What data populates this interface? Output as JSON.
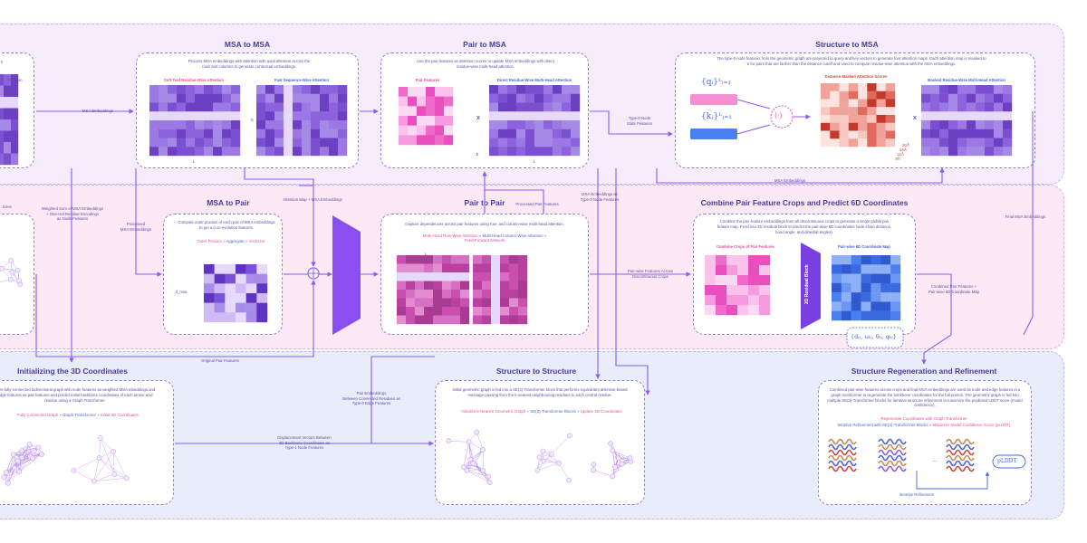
{
  "colors": {
    "msa_band": "#f6ecfc",
    "pair_band": "#fde8f6",
    "struct_band": "#e9edfb",
    "purple": "#8a5cf0",
    "pink": "#ee4a9a",
    "blue": "#4a64d8",
    "red": "#d4453a"
  },
  "sections": {
    "msa_to_msa": {
      "title": "MSA to MSA",
      "desc": "Process MSA embeddings with attention with axial attention across the rows and columns to generate contextual embeddings.",
      "sub_left": "Soft-Tied Residue-Wise Attention",
      "sub_right": "Fast Sequence-Wise Attention",
      "axis_n": "N",
      "axis_l": "L"
    },
    "pair_to_msa": {
      "title": "Pair to MSA",
      "desc": "Use the pair features as attention scores to update MSA embeddings with direct residue-wise multi-head attention.",
      "sub_left": "Pair Features",
      "sub_right": "Direct Residue-Wise Multi-Head Attention",
      "op": "x",
      "axis_l": "L",
      "axis_e": "E"
    },
    "structure_to_msa": {
      "title": "Structure to MSA",
      "desc": "The type-0 node features from the geometric graph are projected to query and key vectors to generate four attention maps. Each attention map is masked to 0 for pairs that are farther than the distance cutoff and used to compute residue-wise attention with the MSA embeddings.",
      "sub_mid": "Distance-Masked Attention Scores",
      "sub_right": "Masked Residue-Wise Multi-Head Attention",
      "op": "x",
      "cutoffs": [
        "20Å",
        "16Å",
        "12Å",
        "8Å"
      ],
      "eq_q": "{qᵢ}ᴸᵢ₌₁",
      "eq_k": "{kⱼ}ᴸⱼ₌₁",
      "eq_dot": "⟨·⟩"
    },
    "msa_to_pair": {
      "title": "MSA to Pair",
      "desc": "Compute outer product of each pair of MSA embeddings to get a d co-evolution features.",
      "steps": [
        "Outer Product",
        "Aggregate",
        "Vectorize"
      ],
      "axis_d": "d_msa"
    },
    "pair_to_pair": {
      "title": "Pair to Pair",
      "desc": "Capture dependences across pair features using row- and column-wise multi-head attention.",
      "steps": [
        "Multi-Head Row-Wise Attention",
        "Multi-Head Column-Wise Attention",
        "Feed-Forward Network"
      ],
      "axis_l": "L"
    },
    "combine": {
      "title": "Combine Pair Feature Crops and Predict 6D Coordinates",
      "desc": "Combine the pair-feature embeddings from all discontinuous crops to generate a single global pair feature map. Feed into 2D residual block to predict the pair-wise 6D coordinates (side-chain distance, bond angle, and dihedral angles).",
      "sub_left": "Combine Crops of Pair Features",
      "sub_right": "Pair-wise 6D Coordinate Map",
      "eq": "{dᵢⱼ, ωᵢⱼ, θᵢⱼ, φᵢⱼ}",
      "block": "2D Residual Block"
    },
    "residual": {
      "label": "2D Residual Block"
    },
    "init3d": {
      "title": "Initializing the 3D Coordinates",
      "desc": "alize fully-connected bidirectional graph with node features as weighted MSA mbeddings and edge features as pair features and predict initial backbone coordinates of each amino acid residue using a Graph Transformer.",
      "steps": [
        "Fully Connected Graph",
        "Graph Transformer",
        "Initial 3D Coordinates"
      ]
    },
    "sts": {
      "title": "Structure to Structure",
      "desc": "Initial geometric graph is fed into a SE(3)-Transformer block that performs equivariant attention-based message-passing from the k-nearest neighbouring residues to each central residue.",
      "steps": [
        "Initialize k-Nearest Geometric Graph",
        "SE(3)-Transformer Blocks",
        "Update 3D Coordinates"
      ]
    },
    "regen": {
      "title": "Structure Regeneration and  Refinement",
      "desc": "Combined pair-wise features across crops and final MSA embeddings are used as node and edge features in a graph transformer to regenerate the backbone coordinates for the full protein. The geometric graph is fed into multiple SE(3)-Transformer blocks for iterative structure refinement to maximize the predicted LDDT score (model confidence).",
      "line1": "Regenerate Coordinates with Graph Transformer",
      "line2_a": "Iterative Refinement with SE(3)-Transformer Blocks",
      "line2_b": "Maximize Model Confidence Score (pLDDT)",
      "plddt": "pLDDT",
      "loop": "Iterative Refinement",
      "dots": "..."
    }
  },
  "labels": {
    "msa_embeddings": "MSA Embeddings",
    "weighted_sum": "Weighted Sum of MSA Embeddings\n+ One-Hot Residue Encodings\nas Node Features",
    "processed_msa": "Processed\nMSA Embeddings",
    "attention_map": "Attention Map + MSA Embeddings",
    "processed_pair": "Processed Pair Features",
    "msa_type0": "MSA Embeddings as\nType-0 Node Features",
    "type0_state": "Type-0 Node\nState Features",
    "msa_embeddings_2": "MSA Embeddings",
    "final_msa": "Final MSA Embeddings",
    "pairwise_crops": "Pair-wise Features Across\nDiscontinuous Crops",
    "combined_pair": "Combined Pair Features +\nPair-wise 6D Coordinate Map",
    "original_pair": "Original Pair Features",
    "pair_embeddings": "Pair Embeddings\nBetween Connected Residues as\nType-0 Edge Features",
    "displacement": "Displacement Vectors Between\n3D Backbone Coordinates as\nType-1 Node Features",
    "left_a": "h",
    "left_b": "Attention",
    "left_c": "tures"
  }
}
